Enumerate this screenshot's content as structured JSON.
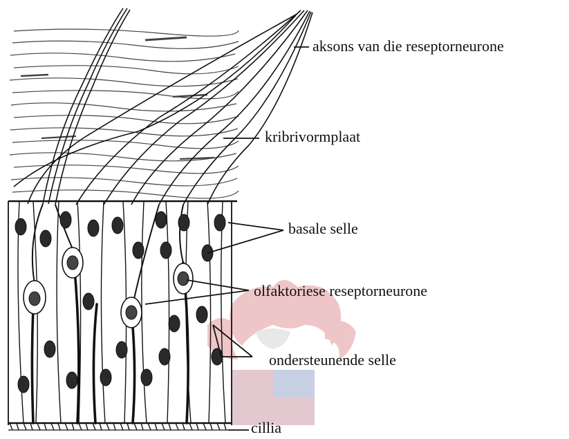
{
  "labels": {
    "axons": "aksons van die reseptorneurone",
    "cribriform": "kribrivormplaat",
    "basal": "basale selle",
    "receptor": "olfaktoriese reseptorneurone",
    "supporting": "ondersteunende selle",
    "cilia": "cillia"
  },
  "colors": {
    "ink": "#111111",
    "watermark_red": "#c9363b",
    "watermark_blue": "#3a5a9a"
  }
}
